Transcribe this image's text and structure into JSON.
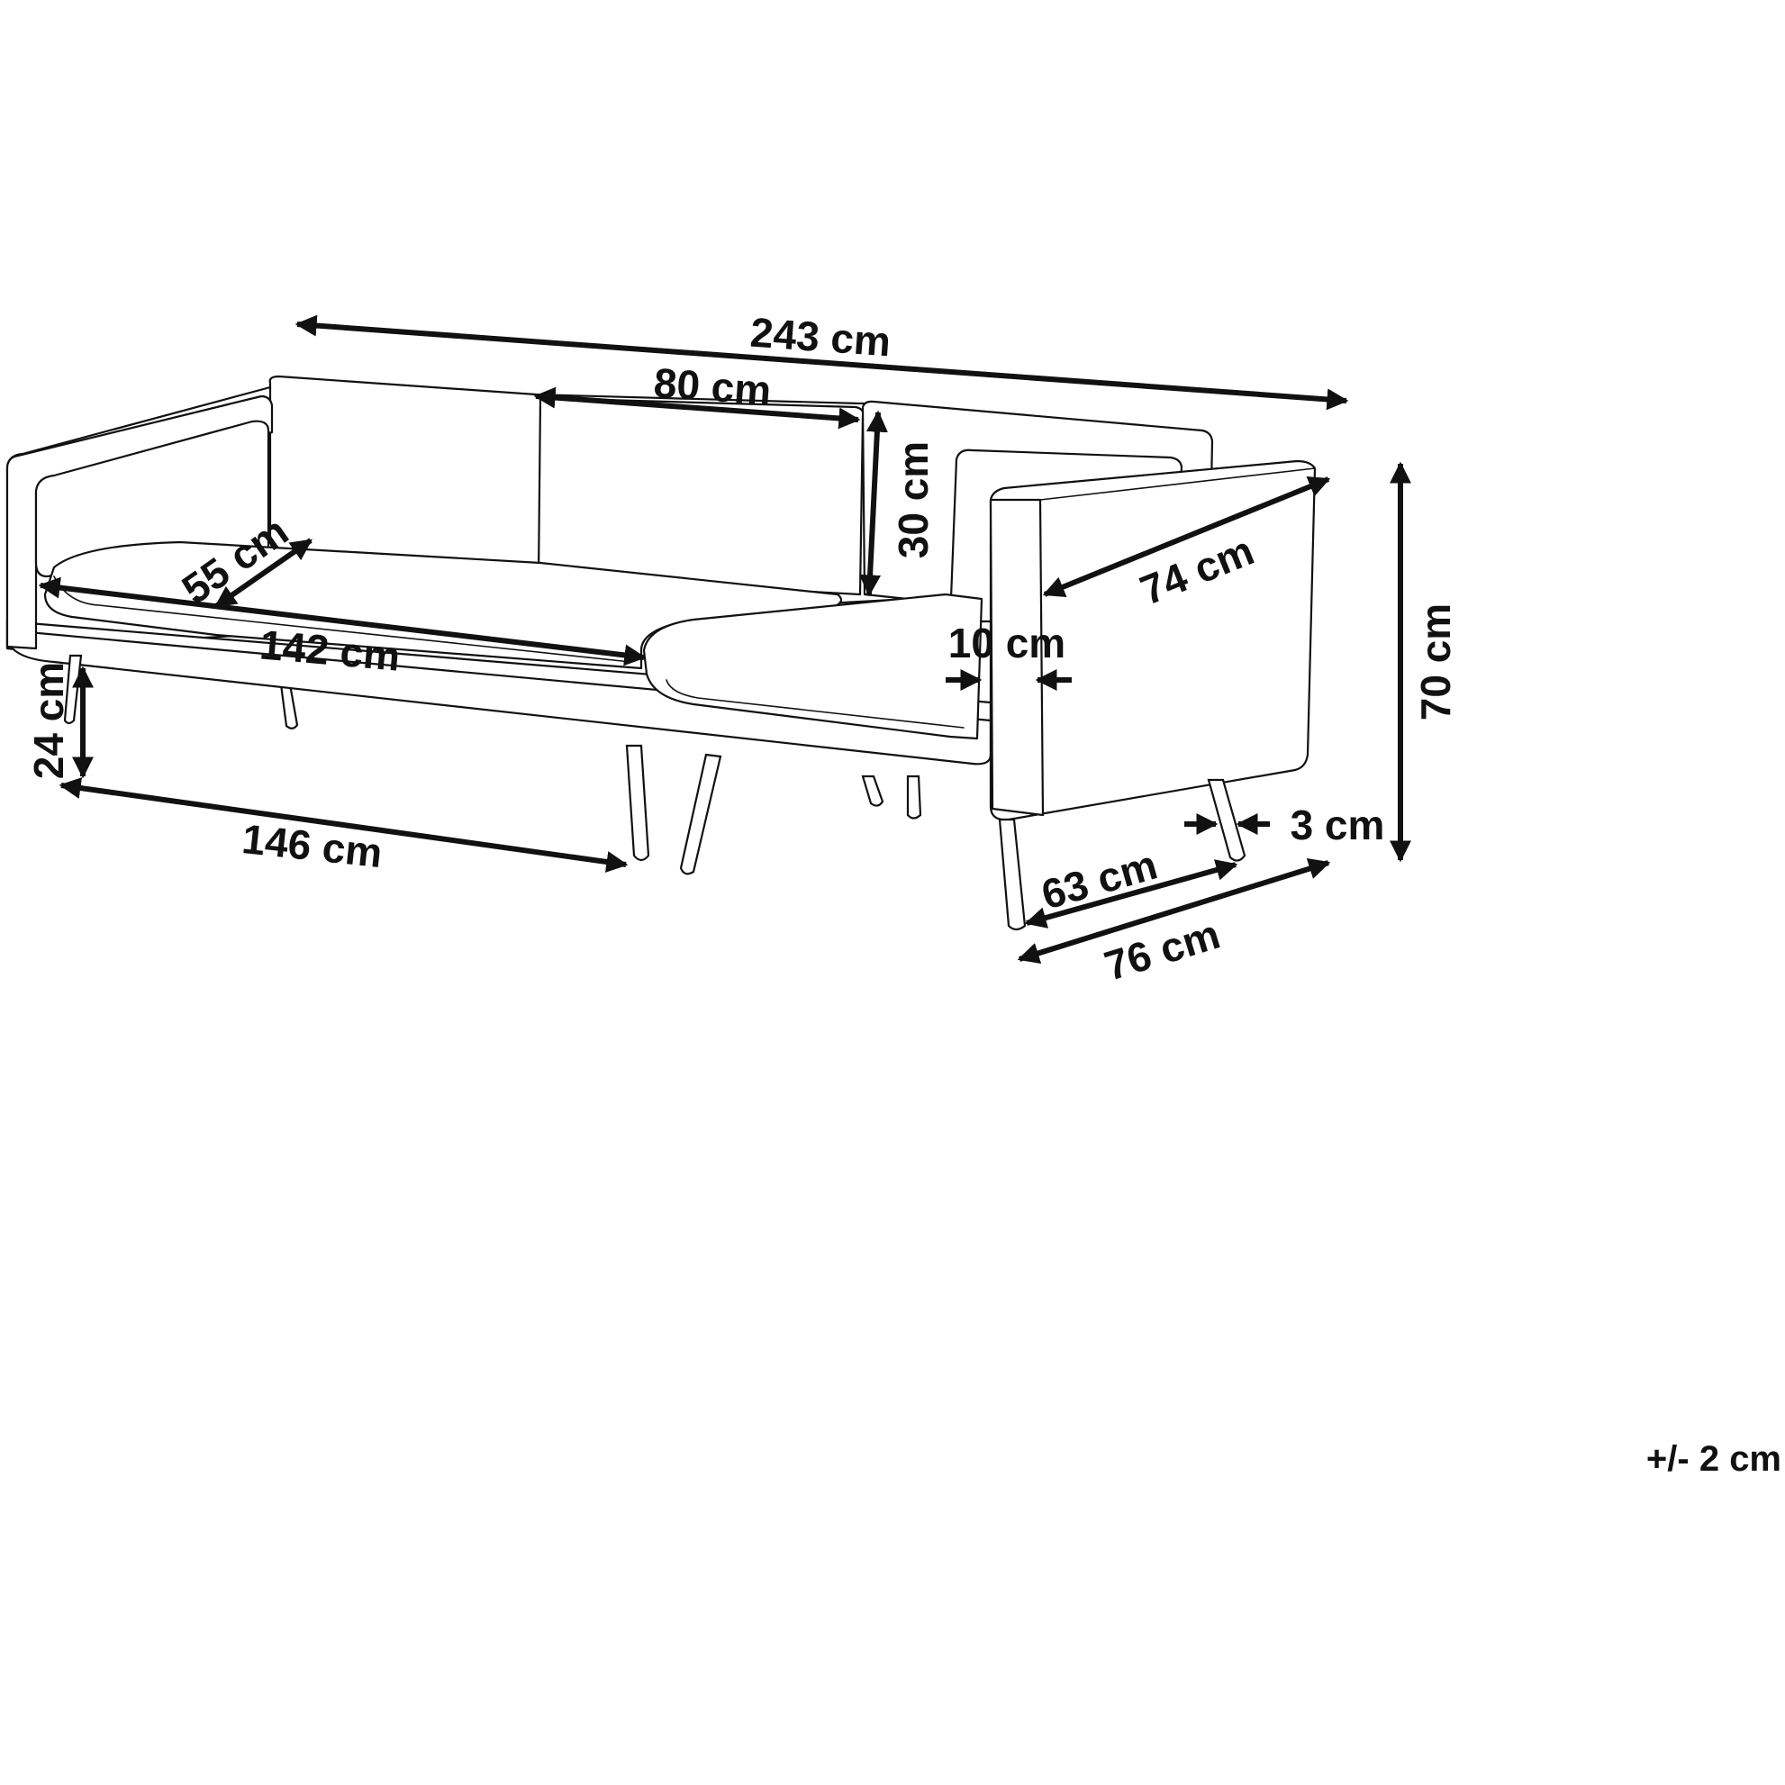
{
  "dimensions": {
    "total_width": "243 cm",
    "back_cushion_width": "80 cm",
    "back_cushion_height": "30 cm",
    "seat_depth": "55 cm",
    "seat_width": "142 cm",
    "arm_depth": "74 cm",
    "arm_thickness": "10 cm",
    "total_height": "70 cm",
    "leg_height": "24 cm",
    "leg_span": "146 cm",
    "leg_inset": "3 cm",
    "inner_depth": "63 cm",
    "total_depth": "76 cm"
  },
  "tolerance": "+/- 2 cm"
}
